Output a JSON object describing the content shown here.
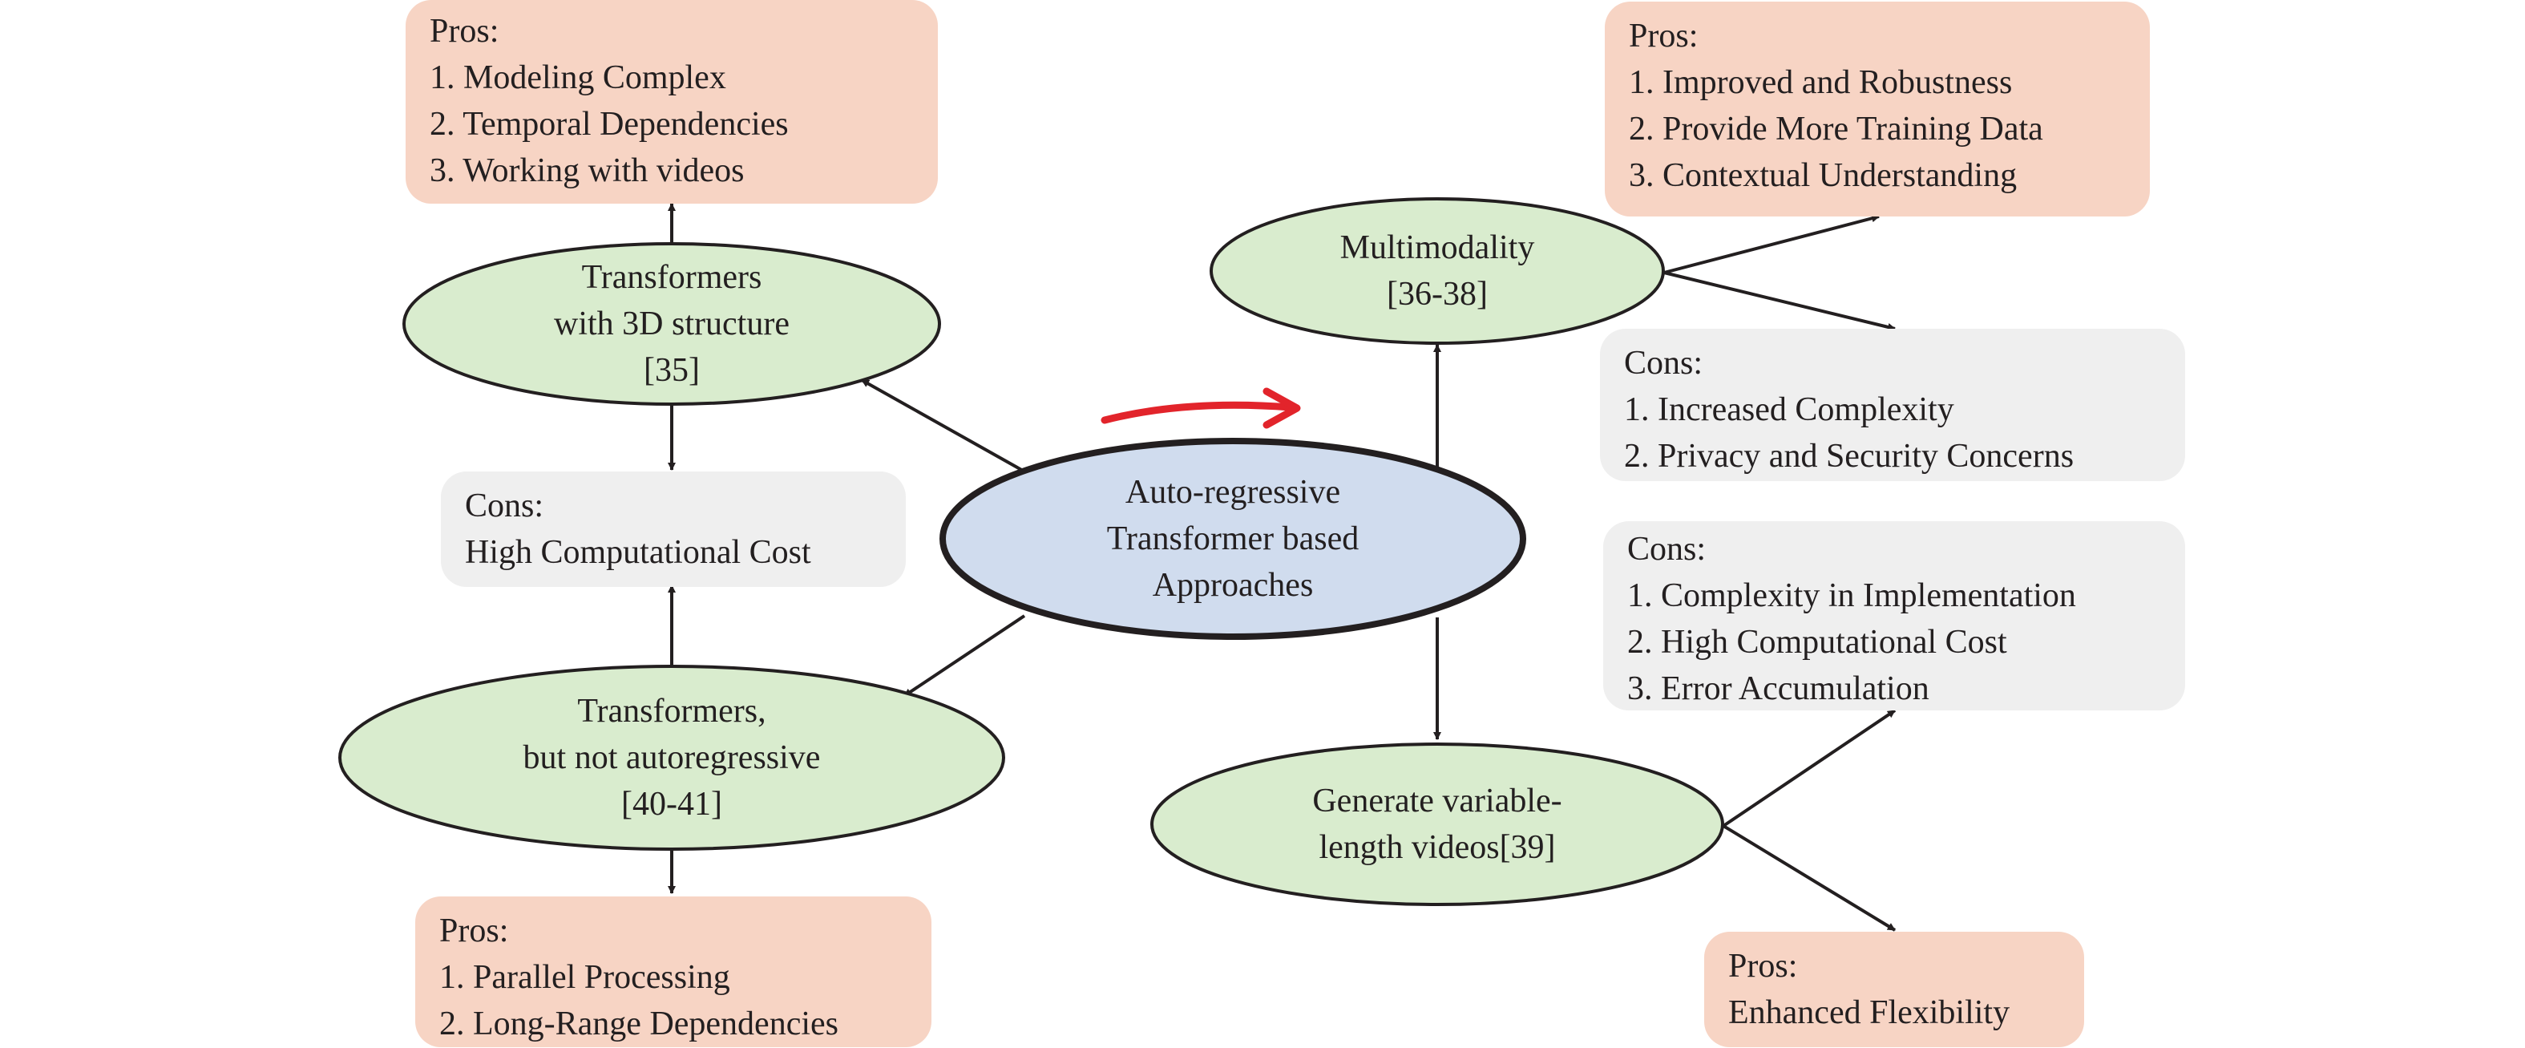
{
  "colors": {
    "ellipse_fill": "#d9ecce",
    "center_fill": "#d0dcee",
    "pros_fill": "#f7d4c4",
    "cons_fill": "#efefef",
    "stroke": "#231f20",
    "highlight_arrow": "#e2242b"
  },
  "center": {
    "lines": [
      "Auto-regressive",
      "Transformer based",
      "Approaches"
    ]
  },
  "nodes": {
    "transformers_3d": {
      "lines": [
        "Transformers",
        "with 3D structure",
        "[35]"
      ]
    },
    "non_autoregressive": {
      "lines": [
        "Transformers,",
        "but not autoregressive",
        "[40-41]"
      ]
    },
    "multimodality": {
      "lines": [
        "Multimodality",
        "[36-38]"
      ]
    },
    "variable_length": {
      "lines": [
        "Generate variable-",
        "length videos[39]"
      ]
    }
  },
  "boxes": {
    "pros_3d": {
      "lines": [
        "Pros:",
        "1. Modeling Complex",
        "2. Temporal Dependencies",
        "3. Working with videos"
      ]
    },
    "cons_3d": {
      "lines": [
        "Cons:",
        "High Computational Cost"
      ]
    },
    "pros_non_ar": {
      "lines": [
        "Pros:",
        "1. Parallel Processing",
        "2. Long-Range Dependencies"
      ]
    },
    "pros_multi": {
      "lines": [
        "Pros:",
        "1. Improved and Robustness",
        "2. Provide More Training Data",
        "3. Contextual Understanding"
      ]
    },
    "cons_multi": {
      "lines": [
        "Cons:",
        "1. Increased Complexity",
        "2. Privacy and Security Concerns"
      ]
    },
    "cons_var": {
      "lines": [
        "Cons:",
        "1. Complexity in Implementation",
        "2. High Computational Cost",
        "3. Error Accumulation"
      ]
    },
    "pros_var": {
      "lines": [
        "Pros:",
        "Enhanced Flexibility"
      ]
    }
  }
}
